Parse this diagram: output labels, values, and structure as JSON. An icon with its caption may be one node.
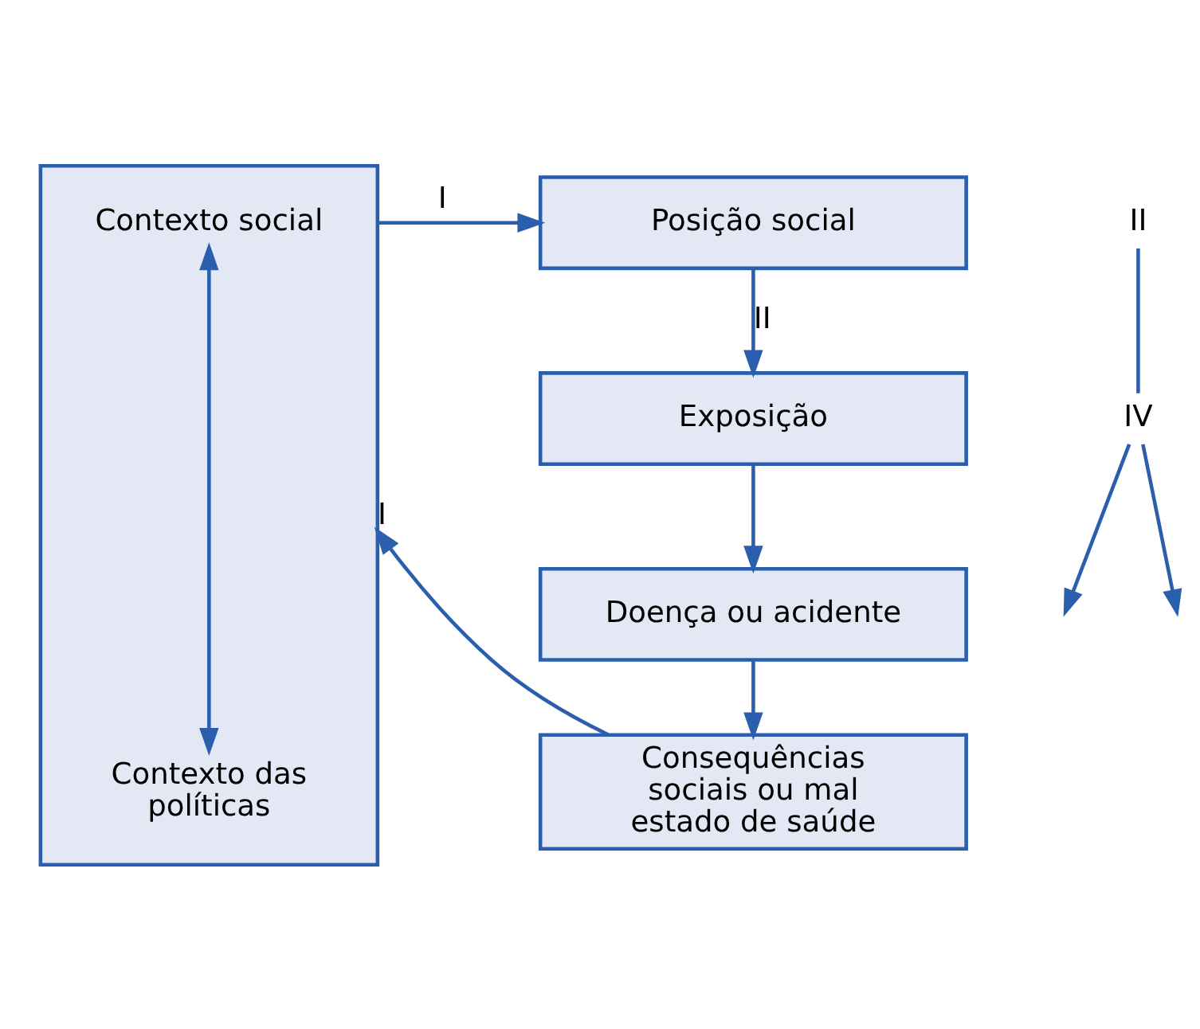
{
  "diagram": {
    "nodes": [
      {
        "text": [],
        "shape": "bar"
      },
      {
        "text": [
          "Contexto social"
        ],
        "in": 0
      },
      {
        "text": [
          "Contexto das políticas"
        ],
        "in": 0
      },
      {
        "text": [
          "Posição social"
        ]
      },
      {
        "text": [
          "Exposição"
        ]
      },
      {
        "text": [
          "Doença ou acidente"
        ]
      },
      {
        "text": [
          "Consequências sociais ou mal estado de saúde"
        ]
      },
      {
        "text": [
          "II"
        ]
      },
      {
        "text": [
          "IV"
        ]
      }
    ],
    "edges": [
      {
        "from": 0,
        "to": 3,
        "arrow": "to",
        "label": "I"
      },
      {
        "from": 3,
        "to": 4,
        "arrow": "to",
        "label": "II"
      },
      {
        "from": 4,
        "to": 5,
        "arrow": "to"
      },
      {
        "from": 5,
        "to": 6,
        "arrow": "to"
      },
      {
        "from": 6,
        "to": 0,
        "arrow": "to",
        "label": "I"
      },
      {
        "from": 1,
        "to": 2,
        "arrow": "both"
      },
      {
        "from": 7,
        "to": 8,
        "arrow": "none"
      },
      {
        "from": 8,
        "to": null,
        "arrow": "to"
      },
      {
        "from": 8,
        "to": null,
        "arrow": "to"
      }
    ]
  }
}
